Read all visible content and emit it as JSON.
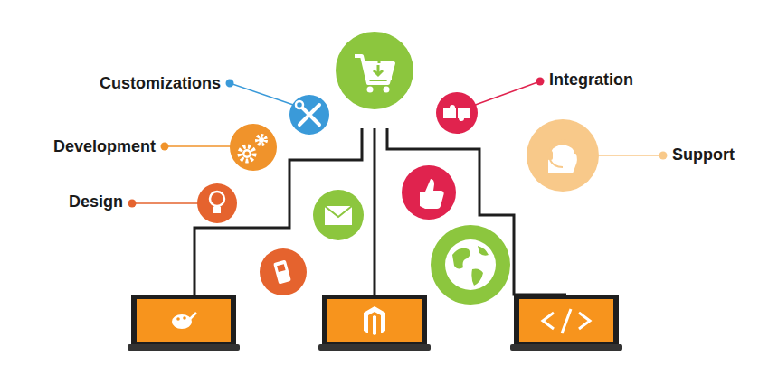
{
  "diagram": {
    "labels": [
      "Customizations",
      "Development",
      "Design",
      "Integration",
      "Support"
    ]
  }
}
